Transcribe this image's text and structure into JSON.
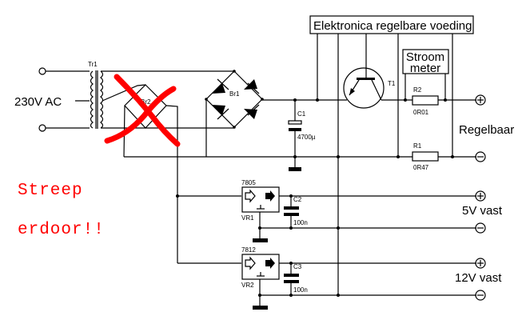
{
  "input": {
    "label": "230V AC"
  },
  "components": {
    "transformer": "Tr1",
    "bridge_crossed": "Br2",
    "bridge": "Br1",
    "c1": {
      "name": "C1",
      "value": "4700µ"
    },
    "t1": "T1",
    "r1": {
      "name": "R1",
      "value": "0R47"
    },
    "r2": {
      "name": "R2",
      "value": "0R01"
    },
    "vr1": {
      "name": "VR1",
      "type": "7805"
    },
    "vr2": {
      "name": "VR2",
      "type": "7812"
    },
    "c2": {
      "name": "C2",
      "value": "100n"
    },
    "c3": {
      "name": "C3",
      "value": "100n"
    }
  },
  "blocks": {
    "control": "Elektronica regelbare voeding",
    "meter_line1": "Stroom",
    "meter_line2": "meter"
  },
  "outputs": {
    "adjustable": "Regelbaar",
    "fixed5": "5V vast",
    "fixed12": "12V vast"
  },
  "annotation": {
    "line1": "Streep",
    "line2": "erdoor!!",
    "color": "#ff0000"
  }
}
